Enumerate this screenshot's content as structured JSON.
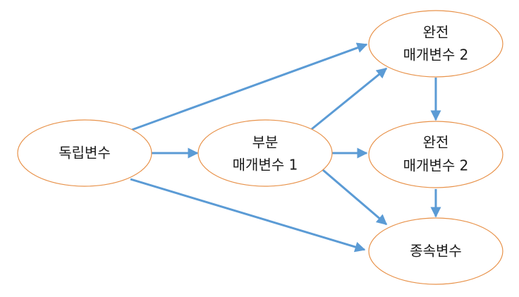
{
  "colors": {
    "node_stroke": "#e8924a",
    "node_fill": "#ffffff",
    "arrow": "#5b9bd5",
    "text": "#1a1a1a"
  },
  "nodes": {
    "independent": {
      "line1": "독립변수"
    },
    "partial_mediator": {
      "line1": "부분",
      "line2": "매개변수 1"
    },
    "full_mediator_top": {
      "line1": "완전",
      "line2": "매개변수 2"
    },
    "full_mediator_mid": {
      "line1": "완전",
      "line2": "매개변수 2"
    },
    "dependent": {
      "line1": "종속변수"
    }
  },
  "edges": [
    {
      "from": "independent",
      "to": "full_mediator_top"
    },
    {
      "from": "independent",
      "to": "partial_mediator"
    },
    {
      "from": "independent",
      "to": "dependent"
    },
    {
      "from": "partial_mediator",
      "to": "full_mediator_top"
    },
    {
      "from": "partial_mediator",
      "to": "full_mediator_mid"
    },
    {
      "from": "partial_mediator",
      "to": "dependent"
    },
    {
      "from": "full_mediator_top",
      "to": "full_mediator_mid"
    },
    {
      "from": "full_mediator_mid",
      "to": "dependent"
    }
  ]
}
